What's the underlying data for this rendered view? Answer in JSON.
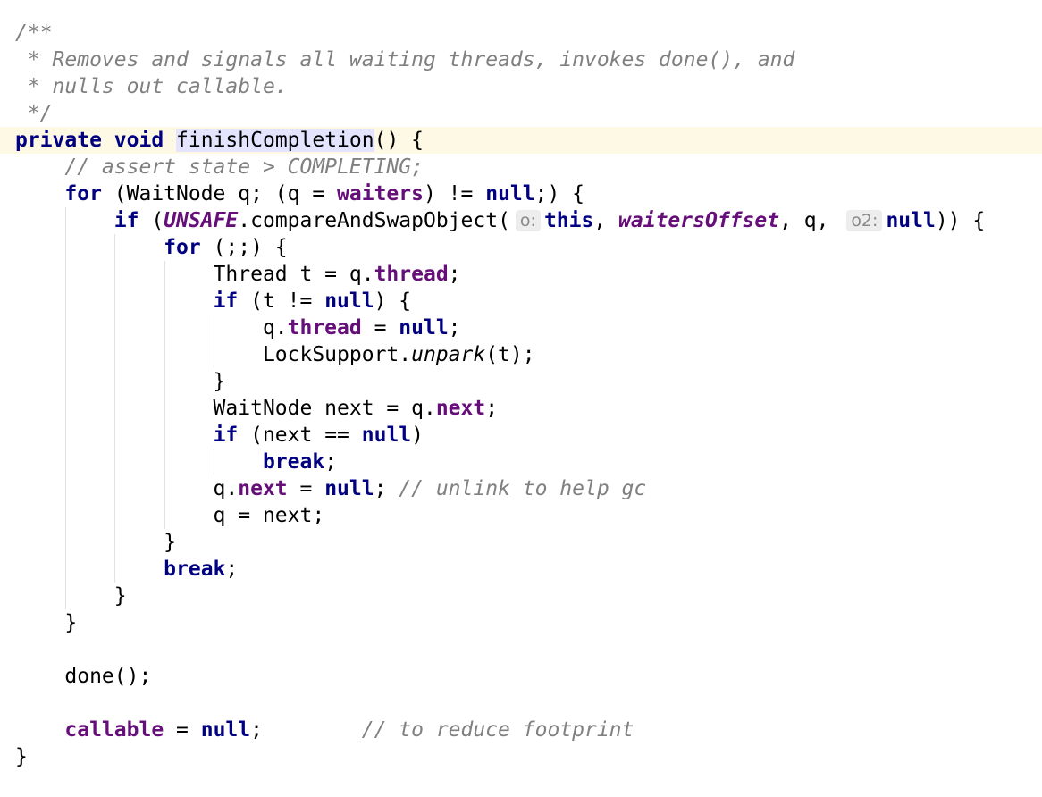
{
  "editor": {
    "lines": [
      [
        {
          "t": "/**",
          "c": "cm"
        }
      ],
      [
        {
          "t": " * Removes and signals all waiting threads, invokes done(), and",
          "c": "cm"
        }
      ],
      [
        {
          "t": " * nulls out callable.",
          "c": "cm"
        }
      ],
      [
        {
          "t": " */",
          "c": "cm"
        }
      ],
      [
        {
          "t": "private",
          "c": "kw"
        },
        {
          "t": " "
        },
        {
          "t": "void",
          "c": "kw"
        },
        {
          "t": " "
        },
        {
          "t": "finishCompletion",
          "c": "hl"
        },
        {
          "t": "() {"
        }
      ],
      [
        {
          "t": "    "
        },
        {
          "t": "// assert state > COMPLETING;",
          "c": "cm"
        }
      ],
      [
        {
          "t": "    "
        },
        {
          "t": "for",
          "c": "kw"
        },
        {
          "t": " (WaitNode q; (q = "
        },
        {
          "t": "waiters",
          "c": "fld"
        },
        {
          "t": ") != "
        },
        {
          "t": "null",
          "c": "kw"
        },
        {
          "t": ";) {"
        }
      ],
      [
        {
          "t": "        "
        },
        {
          "t": "if",
          "c": "kw"
        },
        {
          "t": " ("
        },
        {
          "t": "UNSAFE",
          "c": "sfld"
        },
        {
          "t": ".compareAndSwapObject("
        },
        {
          "t": "o:",
          "hint": true
        },
        {
          "t": "this",
          "c": "kw"
        },
        {
          "t": ", "
        },
        {
          "t": "waitersOffset",
          "c": "sfld"
        },
        {
          "t": ", q, "
        },
        {
          "t": "o2:",
          "hint": true
        },
        {
          "t": "null",
          "c": "kw"
        },
        {
          "t": ")) {"
        }
      ],
      [
        {
          "t": "            "
        },
        {
          "t": "for",
          "c": "kw"
        },
        {
          "t": " (;;) {"
        }
      ],
      [
        {
          "t": "                Thread t = q."
        },
        {
          "t": "thread",
          "c": "fld"
        },
        {
          "t": ";"
        }
      ],
      [
        {
          "t": "                "
        },
        {
          "t": "if",
          "c": "kw"
        },
        {
          "t": " (t != "
        },
        {
          "t": "null",
          "c": "kw"
        },
        {
          "t": ") {"
        }
      ],
      [
        {
          "t": "                    q."
        },
        {
          "t": "thread",
          "c": "fld"
        },
        {
          "t": " = "
        },
        {
          "t": "null",
          "c": "kw"
        },
        {
          "t": ";"
        }
      ],
      [
        {
          "t": "                    LockSupport."
        },
        {
          "t": "unpark",
          "c": "sm"
        },
        {
          "t": "(t);"
        }
      ],
      [
        {
          "t": "                }"
        }
      ],
      [
        {
          "t": "                WaitNode next = q."
        },
        {
          "t": "next",
          "c": "fld"
        },
        {
          "t": ";"
        }
      ],
      [
        {
          "t": "                "
        },
        {
          "t": "if",
          "c": "kw"
        },
        {
          "t": " (next == "
        },
        {
          "t": "null",
          "c": "kw"
        },
        {
          "t": ")"
        }
      ],
      [
        {
          "t": "                    "
        },
        {
          "t": "break",
          "c": "kw"
        },
        {
          "t": ";"
        }
      ],
      [
        {
          "t": "                q."
        },
        {
          "t": "next",
          "c": "fld"
        },
        {
          "t": " = "
        },
        {
          "t": "null",
          "c": "kw"
        },
        {
          "t": "; "
        },
        {
          "t": "// unlink to help gc",
          "c": "cm"
        }
      ],
      [
        {
          "t": "                q = next;"
        }
      ],
      [
        {
          "t": "            }"
        }
      ],
      [
        {
          "t": "            "
        },
        {
          "t": "break",
          "c": "kw"
        },
        {
          "t": ";"
        }
      ],
      [
        {
          "t": "        }"
        }
      ],
      [
        {
          "t": "    }"
        }
      ],
      [],
      [
        {
          "t": "    done();"
        }
      ],
      [],
      [
        {
          "t": "    "
        },
        {
          "t": "callable",
          "c": "fld"
        },
        {
          "t": " = "
        },
        {
          "t": "null",
          "c": "kw"
        },
        {
          "t": ";        "
        },
        {
          "t": "// to reduce footprint",
          "c": "cm"
        }
      ],
      [
        {
          "t": "}"
        }
      ]
    ]
  }
}
